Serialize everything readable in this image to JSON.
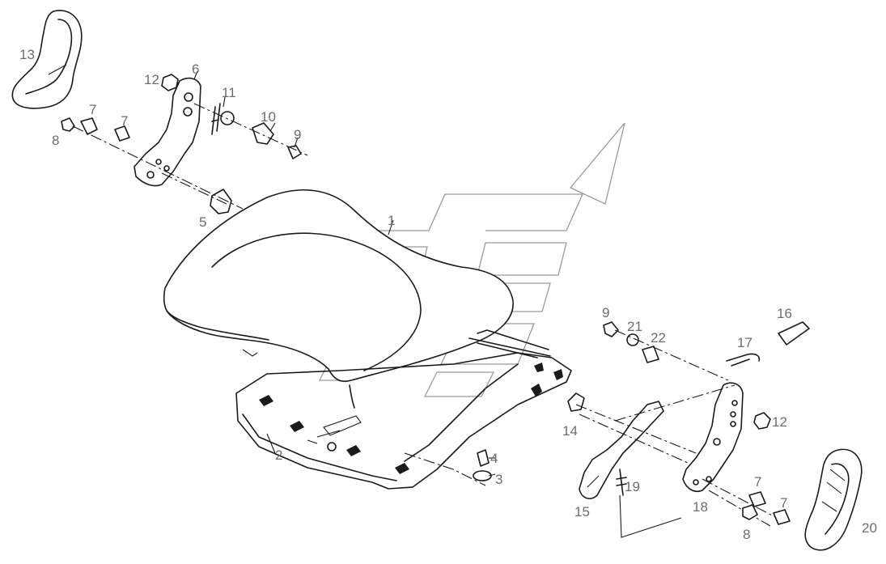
{
  "diagram": {
    "callouts": [
      {
        "id": "c13",
        "text": "13"
      },
      {
        "id": "c12a",
        "text": "12"
      },
      {
        "id": "c6",
        "text": "6"
      },
      {
        "id": "c11",
        "text": "11"
      },
      {
        "id": "c7a",
        "text": "7"
      },
      {
        "id": "c7b",
        "text": "7"
      },
      {
        "id": "c10",
        "text": "10"
      },
      {
        "id": "c8a",
        "text": "8"
      },
      {
        "id": "c9a",
        "text": "9"
      },
      {
        "id": "c5",
        "text": "5"
      },
      {
        "id": "c1",
        "text": "1"
      },
      {
        "id": "c9b",
        "text": "9"
      },
      {
        "id": "c21",
        "text": "21"
      },
      {
        "id": "c22",
        "text": "22"
      },
      {
        "id": "c16",
        "text": "16"
      },
      {
        "id": "c17",
        "text": "17"
      },
      {
        "id": "c14",
        "text": "14"
      },
      {
        "id": "c12b",
        "text": "12"
      },
      {
        "id": "c2",
        "text": "2"
      },
      {
        "id": "c4",
        "text": "4"
      },
      {
        "id": "c3",
        "text": "3"
      },
      {
        "id": "c19",
        "text": "19"
      },
      {
        "id": "c15",
        "text": "15"
      },
      {
        "id": "c18",
        "text": "18"
      },
      {
        "id": "c7c",
        "text": "7"
      },
      {
        "id": "c7d",
        "text": "7"
      },
      {
        "id": "c8b",
        "text": "8"
      },
      {
        "id": "c20",
        "text": "20"
      }
    ]
  }
}
